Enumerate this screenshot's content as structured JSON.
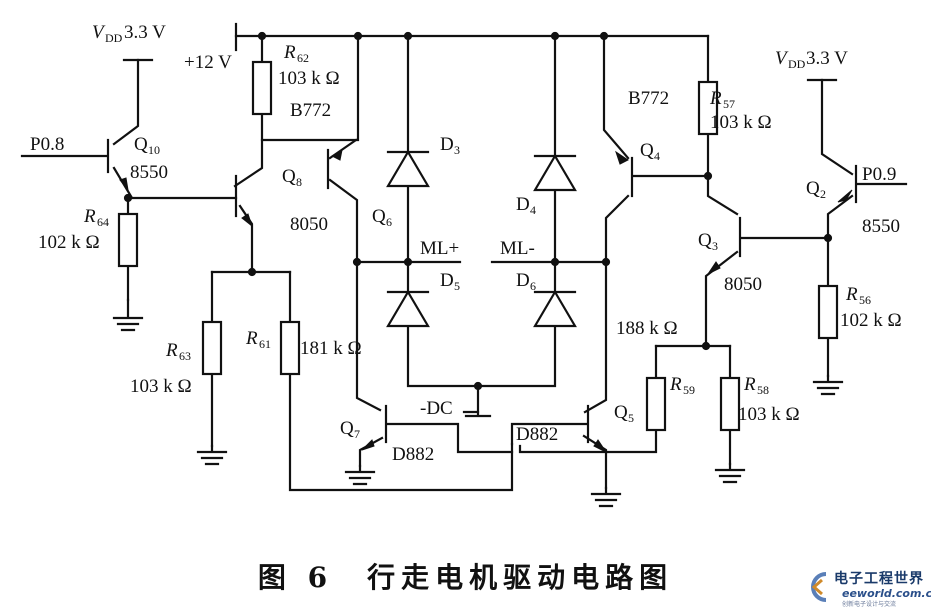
{
  "labels": {
    "vdd_left": "V",
    "vdd_left_sub": "DD",
    "vdd_left_val": "3.3 V",
    "vdd_right": "V",
    "vdd_right_sub": "DD",
    "vdd_right_val": "3.3 V",
    "supply": "+12 V",
    "p08": "P0.8",
    "p09": "P0.9",
    "q10": "Q",
    "q10_sub": "10",
    "q10_type": "8550",
    "q2": "Q",
    "q2_sub": "2",
    "q2_type": "8550",
    "q8": "Q",
    "q8_sub": "8",
    "q8_type": "8050",
    "q3": "Q",
    "q3_sub": "3",
    "q3_type": "8050",
    "q6": "Q",
    "q6_sub": "6",
    "q6_type": "B772",
    "q4": "Q",
    "q4_sub": "4",
    "q4_type": "B772",
    "q7": "Q",
    "q7_sub": "7",
    "q7_type": "D882",
    "q5": "Q",
    "q5_sub": "5",
    "q5_type": "D882",
    "r62": "R",
    "r62_sub": "62",
    "r62_val": "103 k Ω",
    "r57": "R",
    "r57_sub": "57",
    "r57_val": "103 k Ω",
    "r64": "R",
    "r64_sub": "64",
    "r64_val": "102 k Ω",
    "r56": "R",
    "r56_sub": "56",
    "r56_val": "102 k Ω",
    "r63": "R",
    "r63_sub": "63",
    "r63_val": "103 k Ω",
    "r61": "R",
    "r61_sub": "61",
    "r61_val": "181 k Ω",
    "r59": "R",
    "r59_sub": "59",
    "r59_val": "188 k Ω",
    "r58": "R",
    "r58_sub": "58",
    "r58_val": "103 k Ω",
    "d3": "D",
    "d3_sub": "3",
    "d4": "D",
    "d4_sub": "4",
    "d5": "D",
    "d5_sub": "5",
    "d6": "D",
    "d6_sub": "6",
    "ml_plus": "ML+",
    "ml_minus": "ML-",
    "dc_minus": "-DC"
  },
  "caption": "图 6　行走电机驱动电路图",
  "watermark": {
    "title": "电子工程世界",
    "url": "eeworld.com.cn",
    "slogan": "创新电子设计与交流"
  }
}
